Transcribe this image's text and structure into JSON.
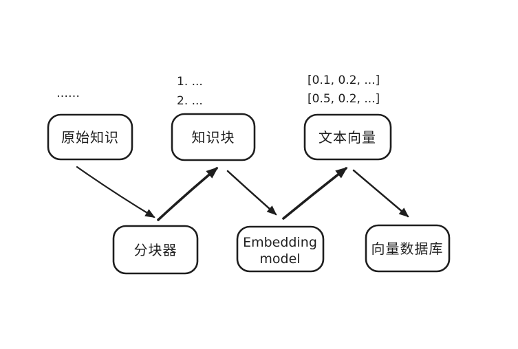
{
  "diagram": {
    "background_color": "#ffffff",
    "stroke_color": "#1e1e1e",
    "nodes": [
      {
        "id": "raw-knowledge",
        "label": "原始知识",
        "lines": [
          "原始知识"
        ]
      },
      {
        "id": "knowledge-chunks",
        "label": "知识块",
        "lines": [
          "知识块"
        ]
      },
      {
        "id": "text-vectors",
        "label": "文本向量",
        "lines": [
          "文本向量"
        ]
      },
      {
        "id": "chunker",
        "label": "分块器",
        "lines": [
          "分块器"
        ]
      },
      {
        "id": "embedding-model",
        "label": "Embedding model",
        "lines": [
          "Embedding",
          "model"
        ]
      },
      {
        "id": "vector-database",
        "label": "向量数据库",
        "lines": [
          "向量数据库"
        ]
      }
    ],
    "annotations": [
      {
        "id": "raw-knowledge-note",
        "text": "……"
      },
      {
        "id": "chunks-note-line-1",
        "text": "1. ..."
      },
      {
        "id": "chunks-note-line-2",
        "text": "2. ..."
      },
      {
        "id": "vectors-note-line-1",
        "text": "[0.1, 0.2, ...]"
      },
      {
        "id": "vectors-note-line-2",
        "text": "[0.5, 0.2, ...]"
      }
    ],
    "edges": [
      {
        "from": "raw-knowledge",
        "to": "chunker"
      },
      {
        "from": "chunker",
        "to": "knowledge-chunks"
      },
      {
        "from": "knowledge-chunks",
        "to": "embedding-model"
      },
      {
        "from": "embedding-model",
        "to": "text-vectors"
      },
      {
        "from": "text-vectors",
        "to": "vector-database"
      }
    ]
  }
}
